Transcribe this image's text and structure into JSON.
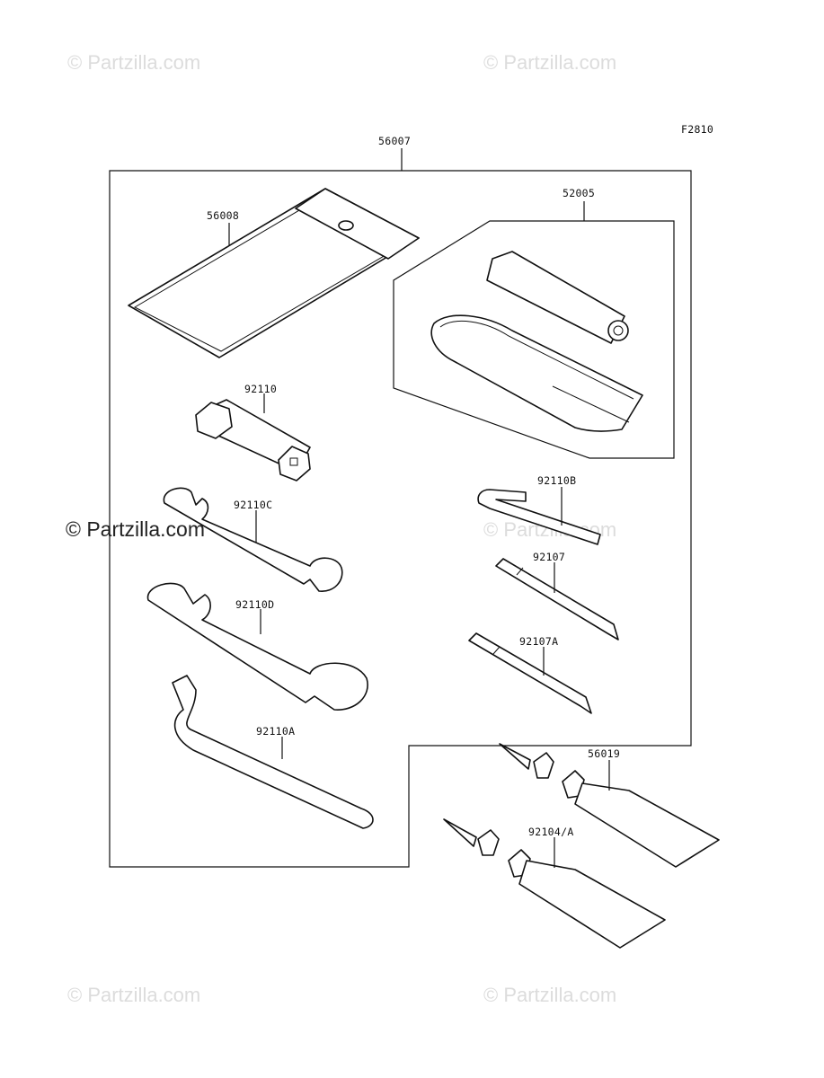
{
  "figure_code": "F2810",
  "watermarks": {
    "top_left": "© Partzilla.com",
    "top_right": "© Partzilla.com",
    "middle_left": "© Partzilla.com",
    "middle_right": "© Partzilla.com",
    "bottom_left": "© Partzilla.com",
    "bottom_right": "© Partzilla.com"
  },
  "parts": {
    "kit": "56007",
    "bag": "56008",
    "pump_kit": "52005",
    "plug_wrench": "92110",
    "hex_key": "92110B",
    "wrench_c": "92110C",
    "driver": "92107",
    "wrench_d": "92110D",
    "driver_a": "92107A",
    "wrench_a": "92110A",
    "tube_56019": "56019",
    "tube_92104": "92104/A"
  }
}
